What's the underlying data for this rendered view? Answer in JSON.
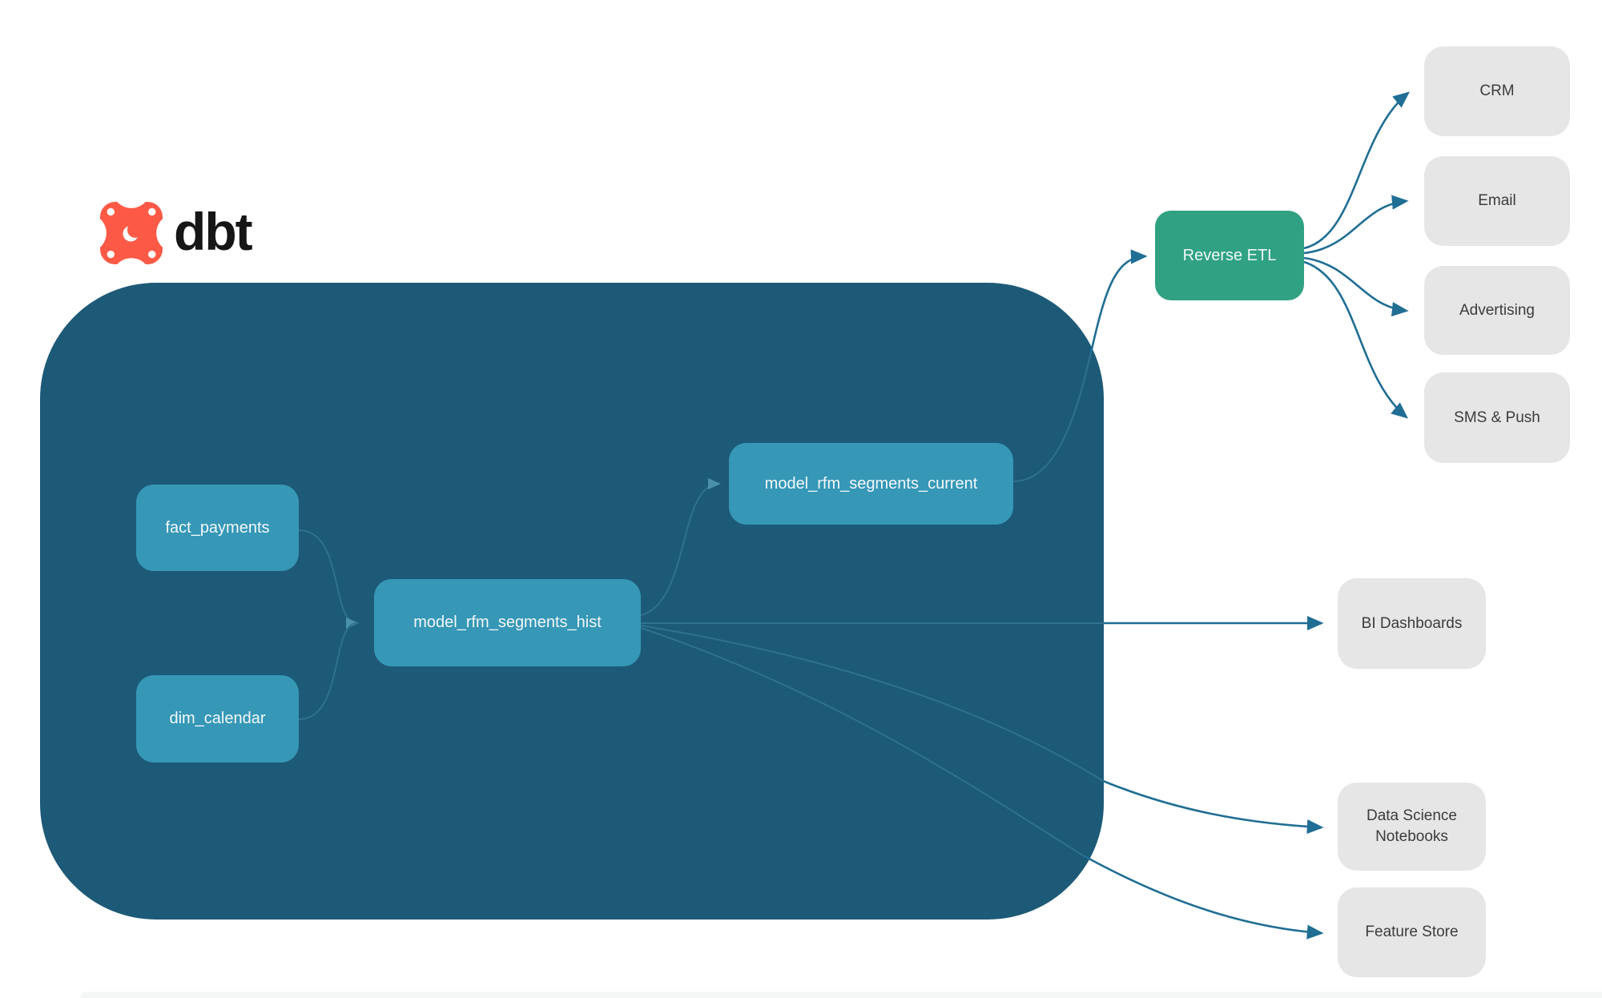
{
  "brand": {
    "name": "dbt"
  },
  "nodes": {
    "fact_payments": {
      "label": "fact_payments"
    },
    "dim_calendar": {
      "label": "dim_calendar"
    },
    "model_rfm_segments_hist": {
      "label": "model_rfm_segments_hist"
    },
    "model_rfm_segments_current": {
      "label": "model_rfm_segments_current"
    },
    "reverse_etl": {
      "label": "Reverse ETL"
    },
    "crm": {
      "label": "CRM"
    },
    "email": {
      "label": "Email"
    },
    "advertising": {
      "label": "Advertising"
    },
    "sms_push": {
      "label": "SMS & Push"
    },
    "bi_dashboards": {
      "label": "BI Dashboards"
    },
    "data_science_notebooks": {
      "label": "Data Science Notebooks"
    },
    "feature_store": {
      "label": "Feature Store"
    }
  },
  "edges": [
    {
      "from": "fact_payments",
      "to": "model_rfm_segments_hist"
    },
    {
      "from": "dim_calendar",
      "to": "model_rfm_segments_hist"
    },
    {
      "from": "model_rfm_segments_hist",
      "to": "model_rfm_segments_current"
    },
    {
      "from": "model_rfm_segments_hist",
      "to": "bi_dashboards"
    },
    {
      "from": "model_rfm_segments_hist",
      "to": "data_science_notebooks"
    },
    {
      "from": "model_rfm_segments_hist",
      "to": "feature_store"
    },
    {
      "from": "model_rfm_segments_current",
      "to": "reverse_etl"
    },
    {
      "from": "reverse_etl",
      "to": "crm"
    },
    {
      "from": "reverse_etl",
      "to": "email"
    },
    {
      "from": "reverse_etl",
      "to": "advertising"
    },
    {
      "from": "reverse_etl",
      "to": "sms_push"
    }
  ],
  "colors": {
    "warehouse_bg": "#1d5a77",
    "model_node": "#3697b6",
    "reverse_etl_node": "#31a184",
    "destination_node": "#e6e6e6",
    "destination_text": "#3c3c3c",
    "edge_outer": "#206e94",
    "edge_inner": "#2e7190",
    "brand_orange": "#fc5a46",
    "brand_text": "#161616"
  }
}
